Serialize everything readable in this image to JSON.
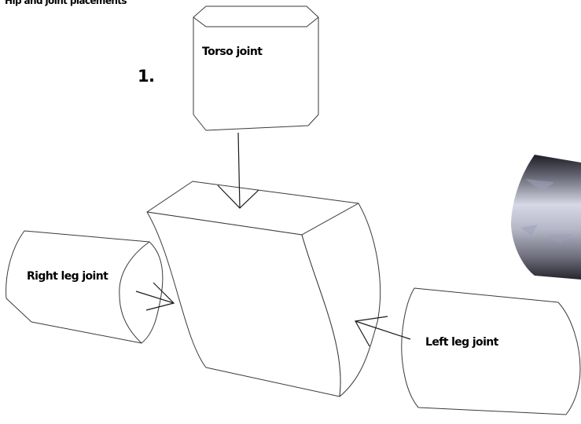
{
  "title": "Hip and joint placements",
  "step_number": "1.",
  "labels": {
    "torso": "Torso joint",
    "right_leg": "Right leg joint",
    "left_leg": "Left leg joint"
  },
  "colors": {
    "outline": "#3a3a3a",
    "text": "#000000",
    "background": "#ffffff"
  }
}
